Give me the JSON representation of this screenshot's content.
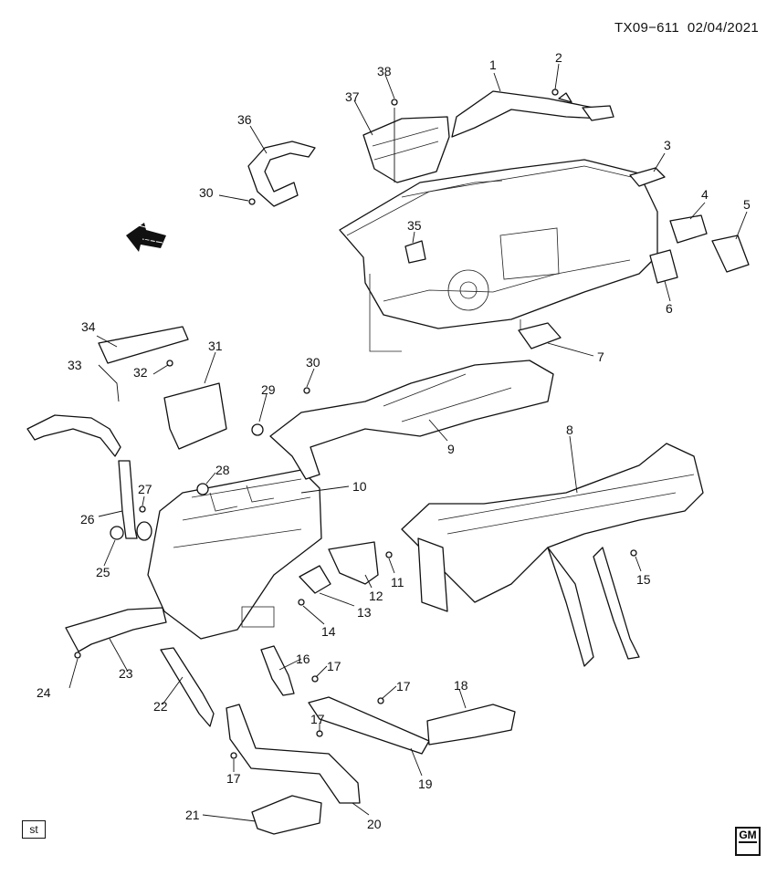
{
  "header": {
    "doc_id": "TX09−611",
    "date": "02/04/2021"
  },
  "footer": {
    "tag": "st"
  },
  "logo": {
    "text": "GM",
    "icon": "gm-logo-icon"
  },
  "direction": {
    "label": "FRT",
    "icon": "front-arrow-icon"
  },
  "callouts": [
    "1",
    "2",
    "3",
    "4",
    "5",
    "6",
    "7",
    "8",
    "9",
    "10",
    "11",
    "12",
    "13",
    "14",
    "15",
    "16",
    "17",
    "17",
    "17",
    "17",
    "18",
    "19",
    "20",
    "21",
    "22",
    "23",
    "24",
    "25",
    "26",
    "27",
    "28",
    "29",
    "30",
    "30",
    "31",
    "32",
    "33",
    "34",
    "35",
    "36",
    "37",
    "38"
  ]
}
